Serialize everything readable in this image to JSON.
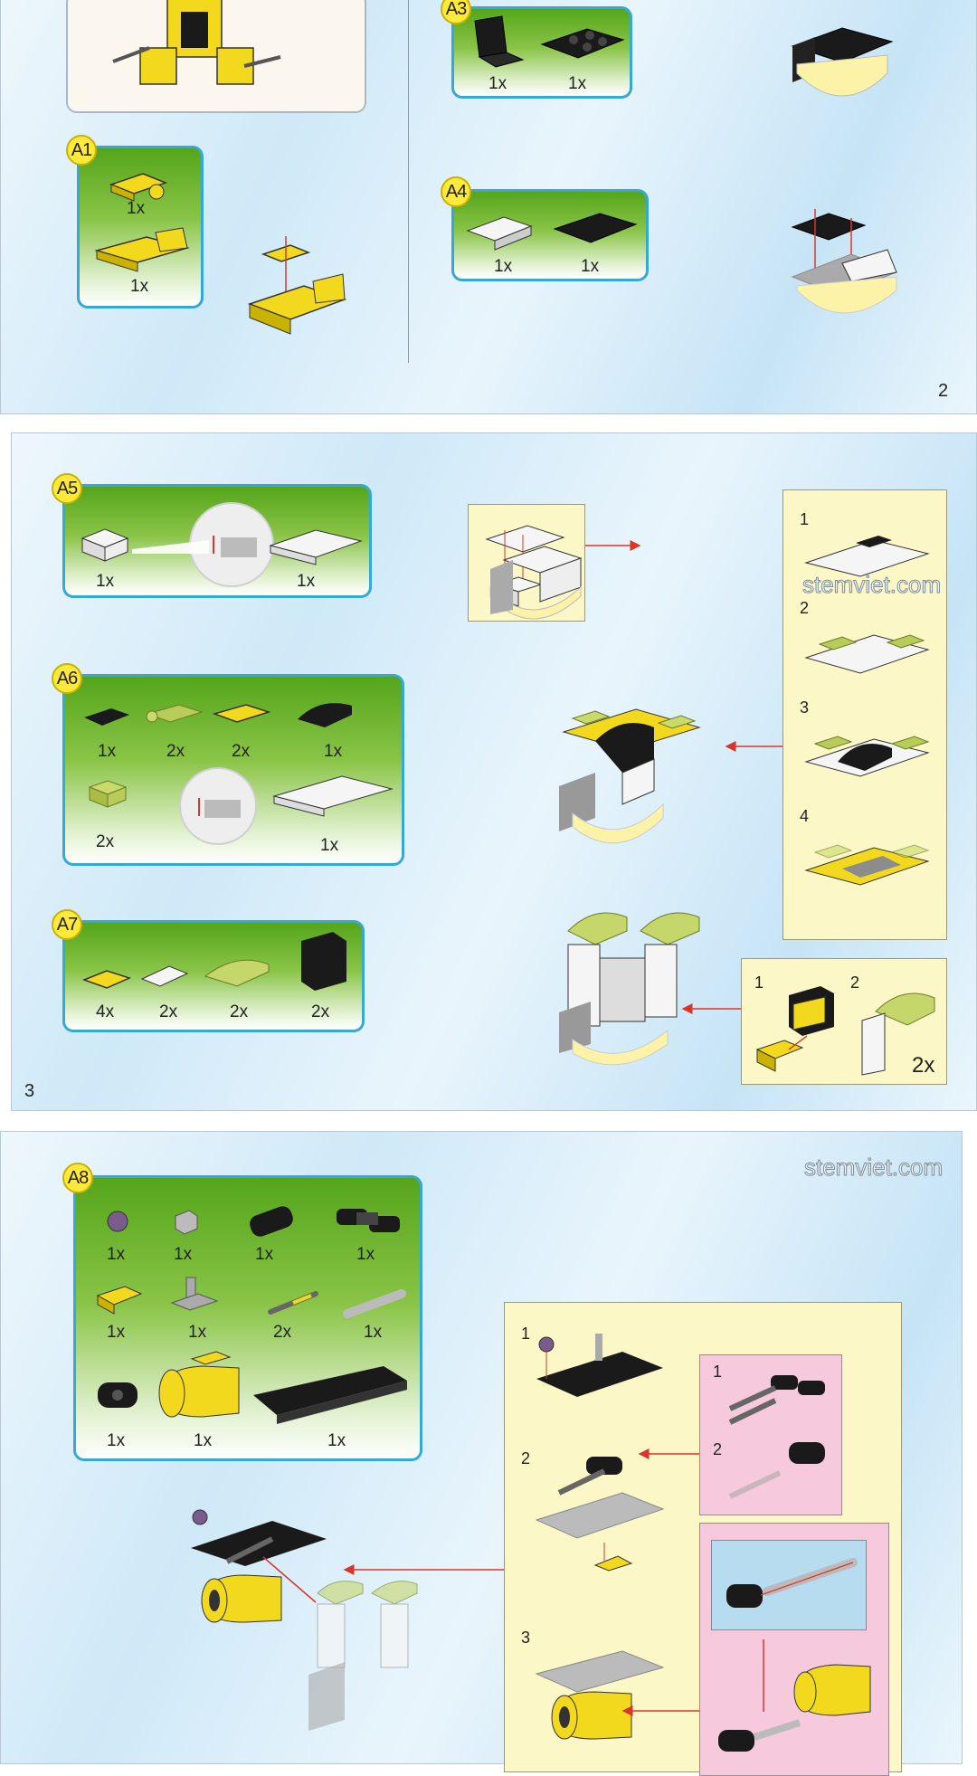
{
  "page2": {
    "page_number": "2",
    "steps": [
      {
        "id": "A1",
        "quantities": [
          "1x",
          "1x"
        ]
      },
      {
        "id": "A3",
        "quantities": [
          "1x",
          "1x"
        ]
      },
      {
        "id": "A4",
        "quantities": [
          "1x",
          "1x"
        ]
      }
    ]
  },
  "page3": {
    "page_number": "3",
    "steps": [
      {
        "id": "A5",
        "quantities": [
          "1x",
          "1x"
        ]
      },
      {
        "id": "A6",
        "quantities": [
          "1x",
          "2x",
          "2x",
          "1x",
          "2x",
          "1x"
        ]
      },
      {
        "id": "A7",
        "quantities": [
          "4x",
          "2x",
          "2x",
          "2x"
        ]
      }
    ],
    "callout_substeps": [
      "1",
      "2",
      "3",
      "4"
    ],
    "small_callout_substeps": [
      "1",
      "2"
    ],
    "small_callout_qty": "2x",
    "watermark": "stemviet.com"
  },
  "page4": {
    "steps": [
      {
        "id": "A8",
        "quantities": [
          "1x",
          "1x",
          "1x",
          "1x",
          "1x",
          "1x",
          "2x",
          "1x",
          "1x",
          "1x",
          "1x"
        ]
      }
    ],
    "callout_substeps": [
      "1",
      "2",
      "3"
    ],
    "pink_substeps": [
      "1",
      "2"
    ],
    "watermark": "stemviet.com"
  },
  "colors": {
    "brick_yellow": "#f2d91e",
    "brick_black": "#1a1a1a",
    "brick_white": "#f5f5f5",
    "brick_lime": "#b8cc5a",
    "arrow_red": "#d9362b",
    "panel_border": "#34a9d9"
  }
}
